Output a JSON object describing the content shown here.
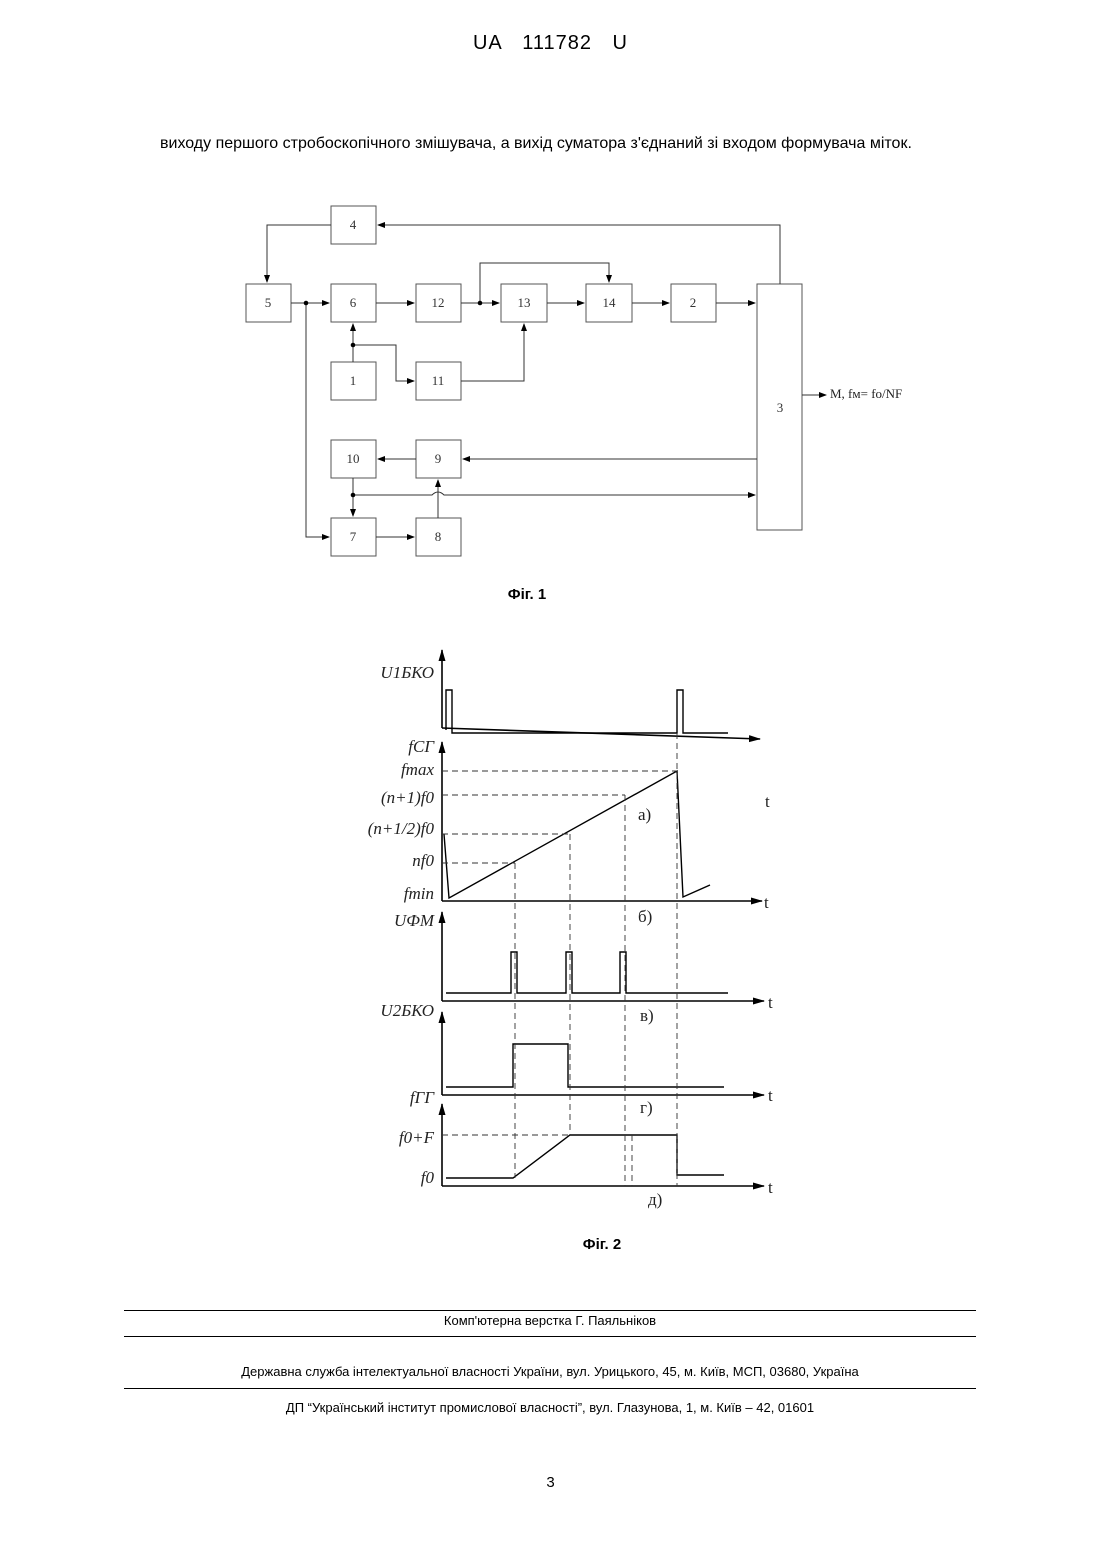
{
  "header": {
    "patent_number": "UA 111782 U"
  },
  "body_text": "виходу першого стробоскопічного змішувача, а вихід суматора з'єднаний зі входом формувача міток.",
  "figure1": {
    "caption": "Фіг. 1",
    "blocks": [
      "4",
      "5",
      "6",
      "12",
      "13",
      "14",
      "2",
      "1",
      "11",
      "3",
      "10",
      "9",
      "7",
      "8"
    ],
    "output_label": "M, fм= fo/NF"
  },
  "figure2": {
    "caption": "Фіг. 2",
    "y_labels": [
      "U1БКО",
      "fСГ",
      "fmax",
      "(n+1)f0",
      "(n+1/2)f0",
      "nf0",
      "fmin",
      "UФМ",
      "U2БКО",
      "fГГ",
      "f0+F",
      "f0"
    ],
    "time_label": "t",
    "panel_labels": [
      "а)",
      "б)",
      "в)",
      "г)",
      "д)"
    ]
  },
  "footer": {
    "typesetting": "Комп'ютерна верстка Г. Паяльніков",
    "agency": "Державна служба інтелектуальної власності України, вул. Урицького, 45, м. Київ, МСП, 03680, Україна",
    "institute": "ДП “Український інститут промислової власності”, вул. Глазунова, 1, м. Київ – 42, 01601"
  },
  "page_number": "3"
}
